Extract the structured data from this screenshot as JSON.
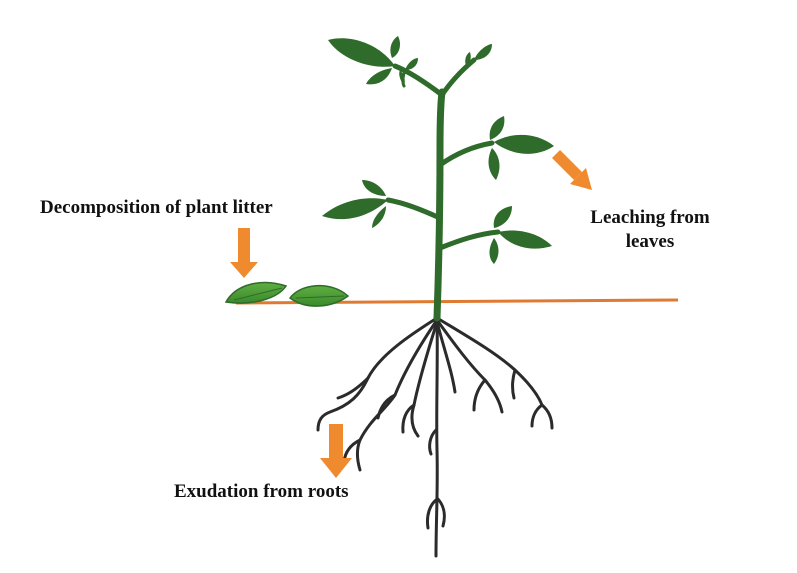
{
  "labels": {
    "decomposition": "Decomposition of plant litter",
    "leaching_line1": "Leaching from",
    "leaching_line2": "leaves",
    "exudation": "Exudation from roots"
  },
  "colors": {
    "leaf": "#2f6b2a",
    "leaf_light": "#4a9a3a",
    "stem": "#2f6b2a",
    "root": "#2b2b2b",
    "ground": "#e07a32",
    "arrow": "#ef8a2e"
  }
}
